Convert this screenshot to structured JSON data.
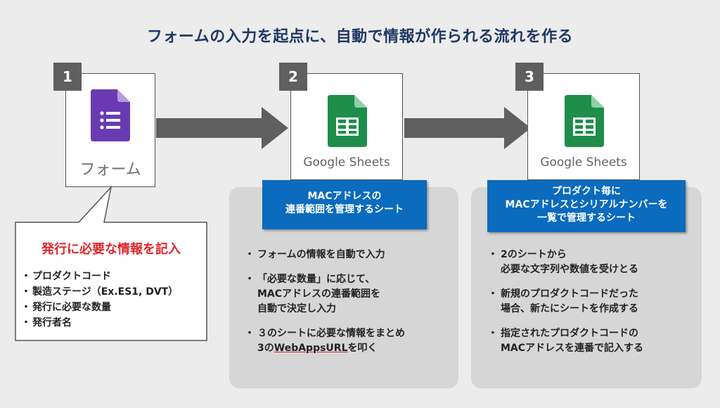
{
  "title": "フォームの入力を起点に、自動で情報が作られる流れを作る",
  "steps": [
    {
      "number": "1",
      "label": "フォーム",
      "icon": "google-forms-icon",
      "color": "#6a3ab2"
    },
    {
      "number": "2",
      "label": "Google Sheets",
      "icon": "google-sheets-icon",
      "color": "#1e8e4a"
    },
    {
      "number": "3",
      "label": "Google Sheets",
      "icon": "google-sheets-icon",
      "color": "#1e8e4a"
    }
  ],
  "callout": {
    "title": "発行に必要な情報を記入",
    "items": [
      "プロダクトコード",
      "製造ステージ（Ex.ES1, DVT）",
      "発行に必要な数量",
      "発行者名"
    ]
  },
  "panel2": {
    "header": [
      "MACアドレスの",
      "連番範囲を管理するシート"
    ],
    "items": [
      [
        "フォームの情報を自動で入力"
      ],
      [
        "「必要な数量」に応じて、",
        "MACアドレスの連番範囲を",
        "自動で決定し入力"
      ],
      [
        "３のシートに必要な情報をまとめ"
      ]
    ],
    "last_line_prefix": "3の",
    "last_line_link": "WebAppsURL",
    "last_line_suffix": "を叩く"
  },
  "panel3": {
    "header": [
      "プロダクト毎に",
      "MACアドレスとシリアルナンバーを",
      "一覧で管理するシート"
    ],
    "items": [
      [
        "2のシートから",
        "必要な文字列や数値を受けとる"
      ],
      [
        "新規のプロダクトコードだった",
        "場合、新たにシートを作成する"
      ],
      [
        "指定されたプロダクトコードの",
        "MACアドレスを連番で記入する"
      ]
    ]
  },
  "colors": {
    "accent": "#0b6bbd",
    "title": "#1f3864",
    "callout_title": "#e0262a",
    "step_badge": "#5f5f5f"
  }
}
